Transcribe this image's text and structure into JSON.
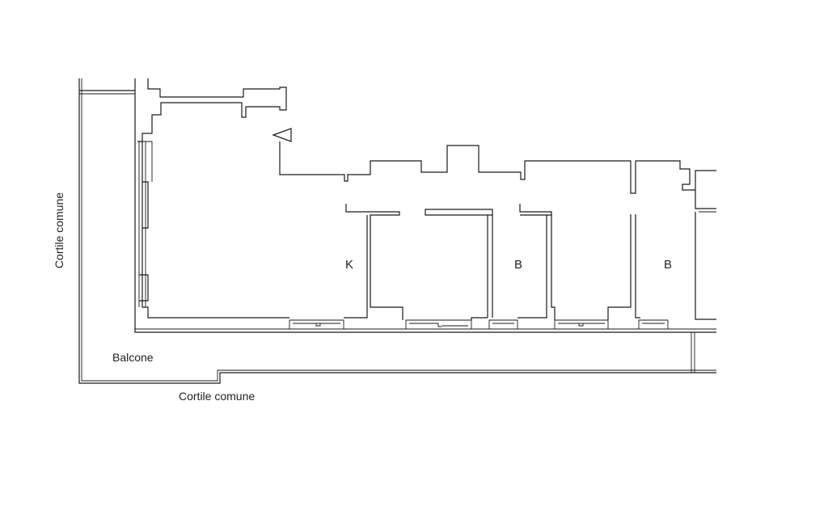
{
  "labels": {
    "courtyard_left": "Cortile comune",
    "courtyard_bottom": "Cortile comune",
    "balcony": "Balcone",
    "room_kitchen": "K",
    "room_bath_1": "B",
    "room_bath_2": "B"
  },
  "colors": {
    "line": "#1a1a1a",
    "text": "#222222",
    "background": "#ffffff"
  }
}
